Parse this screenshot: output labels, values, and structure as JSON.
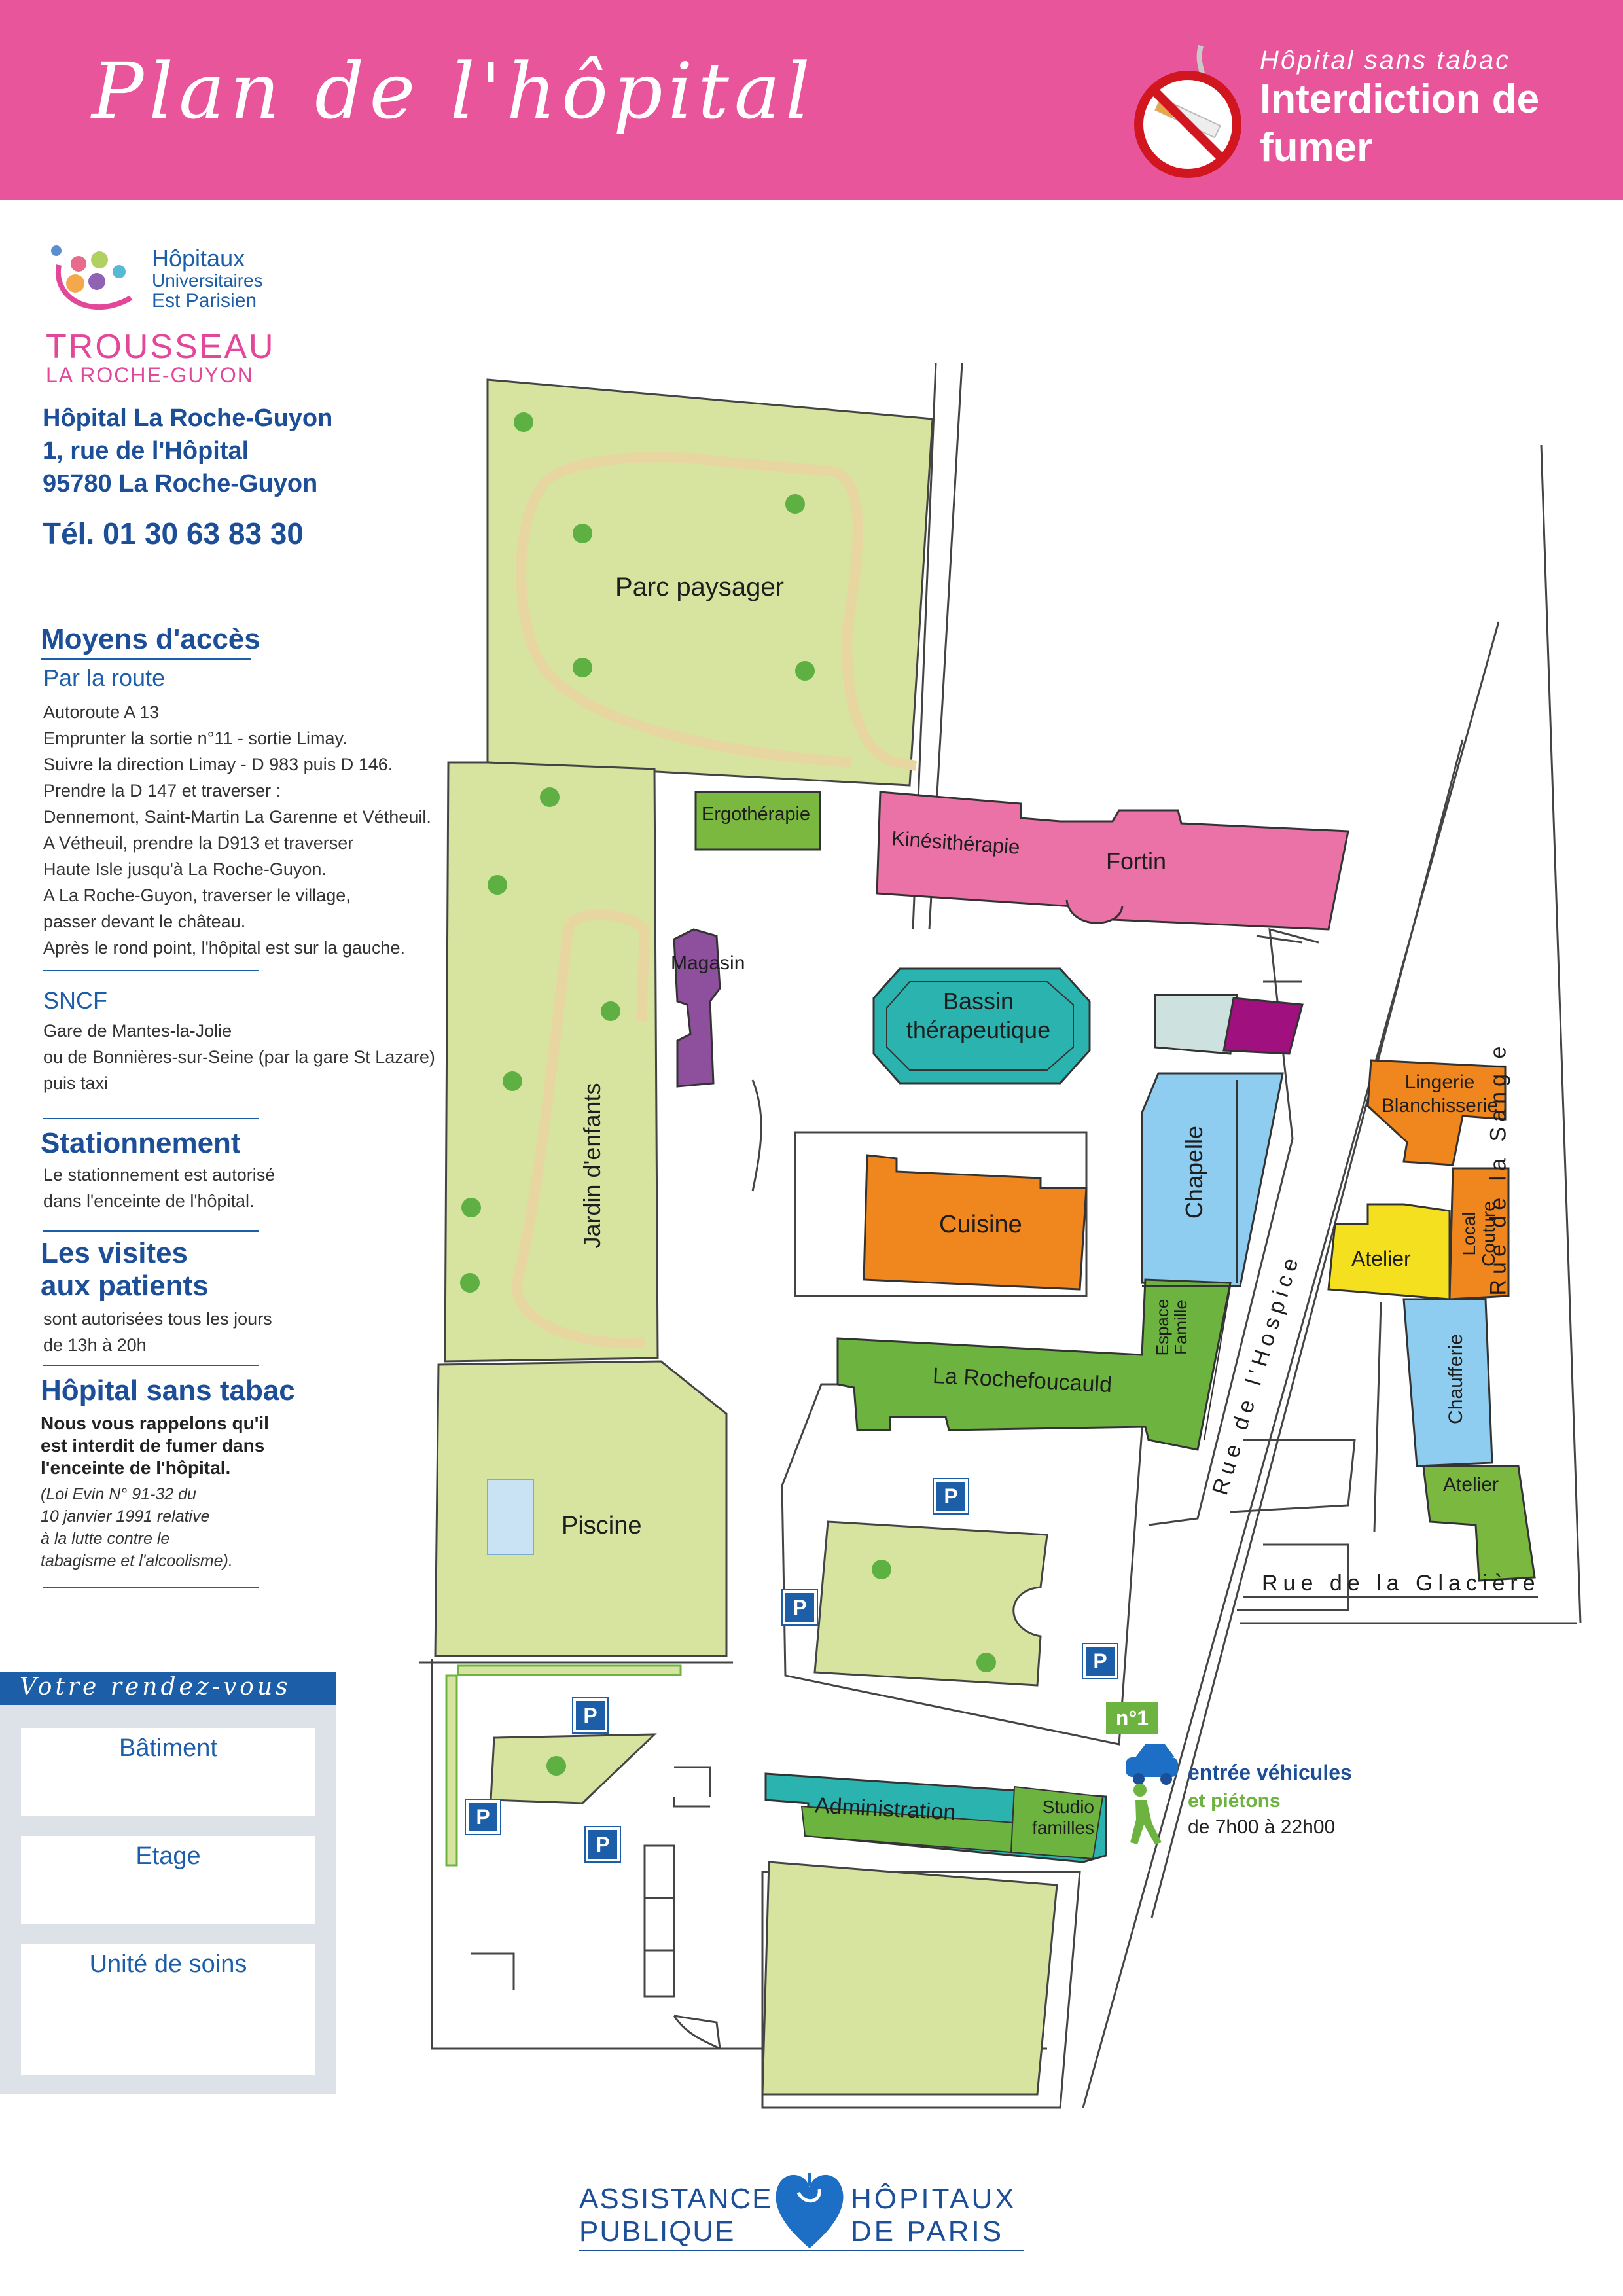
{
  "header": {
    "title": "Plan de l'hôpital",
    "nosmoke_sub": "Hôpital sans tabac",
    "nosmoke_title": "Interdiction de fumer"
  },
  "logo": {
    "line1": "Hôpitaux",
    "line2": "Universitaires",
    "line3": "Est Parisien",
    "brand": "TROUSSEAU",
    "brand_sub": "LA ROCHE-GUYON"
  },
  "address": {
    "name": "Hôpital La Roche-Guyon",
    "street": "1, rue de l'Hôpital",
    "city": "95780 La Roche-Guyon",
    "tel": "Tél. 01 30 63 83 30"
  },
  "access": {
    "title": "Moyens d'accès",
    "road_title": "Par la route",
    "road_text": "Autoroute A 13\nEmprunter la sortie n°11 - sortie Limay.\nSuivre la direction Limay - D 983  puis D 146.\nPrendre la D 147 et traverser :\nDennemont, Saint-Martin La Garenne et Vétheuil.\nA Vétheuil, prendre la D913 et traverser\nHaute Isle jusqu'à La Roche-Guyon.\nA La Roche-Guyon, traverser le village,\npasser devant le château.\nAprès le rond point, l'hôpital est sur la gauche.",
    "train_title": "SNCF",
    "train_text": "Gare de Mantes-la-Jolie\nou de Bonnières-sur-Seine (par la gare St Lazare)\npuis taxi"
  },
  "parking": {
    "title": "Stationnement",
    "text": "Le stationnement est autorisé\ndans l'enceinte de l'hôpital."
  },
  "visits": {
    "title": "Les visites\naux patients",
    "text": "sont autorisées tous les jours\nde 13h à 20h"
  },
  "tobacco": {
    "title": "Hôpital sans tabac",
    "bold": "Nous vous rappelons qu'il\nest interdit de fumer dans\nl'enceinte de l'hôpital.",
    "law": "(Loi Evin N° 91-32 du\n10 janvier 1991 relative\nà la lutte contre le\ntabagisme et l'alcoolisme)."
  },
  "rdv": {
    "title": "Votre rendez-vous",
    "batiment": "Bâtiment",
    "etage": "Etage",
    "unite": "Unité de soins"
  },
  "map": {
    "parc": "Parc paysager",
    "ergo": "Ergothérapie",
    "kine": "Kinésithérapie",
    "fortin": "Fortin",
    "magasin": "Magasin",
    "bassin": "Bassin\nthérapeutique",
    "jardin": "Jardin d'enfants",
    "cuisine": "Cuisine",
    "chapelle": "Chapelle",
    "espace": "Espace\nFamille",
    "rochefoucauld": "La Rochefoucauld",
    "piscine": "Piscine",
    "lingerie": "Lingerie\nBlanchisserie",
    "local": "Local\nCouture",
    "atelier1": "Atelier",
    "chaufferie": "Chaufferie",
    "atelier2": "Atelier",
    "administration": "Administration",
    "studio": "Studio\nfamilles",
    "parking": "P",
    "entry_tag": "n°1",
    "entry_line1": "entrée véhicules",
    "entry_line2": "et piétons",
    "entry_hours": "de 7h00  à 22h00",
    "road_hospice": "Rue de l'Hospice",
    "road_sangle": "Rue de la Sangle",
    "road_glaciere": "Rue de la Glacière"
  },
  "colors": {
    "header_pink": "#e8559a",
    "lawn": "#d6e4a0",
    "pink_building": "#eb72a6",
    "orange": "#f0861e",
    "blue": "#8ecdef",
    "green": "#6cb33f",
    "yellow": "#f5e020",
    "teal": "#2bb3b0",
    "purple": "#8e4f9d",
    "magenta": "#a0107e"
  },
  "footer": {
    "left_1": "ASSISTANCE",
    "left_2": "PUBLIQUE",
    "right_1": "HÔPITAUX",
    "right_2": "DE PARIS"
  }
}
